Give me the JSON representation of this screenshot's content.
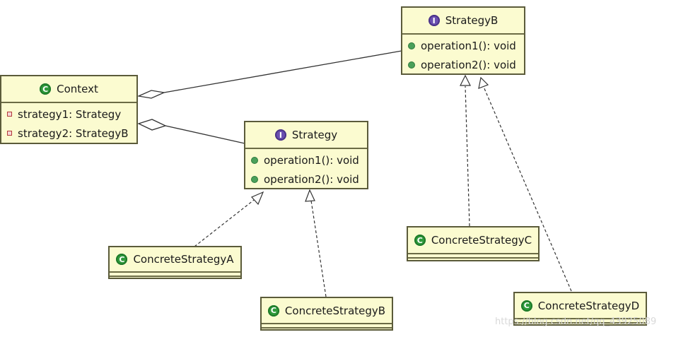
{
  "context": {
    "name": "Context",
    "fields": [
      "strategy1: Strategy",
      "strategy2: StrategyB"
    ]
  },
  "strategy": {
    "name": "Strategy",
    "methods": [
      "operation1(): void",
      "operation2(): void"
    ]
  },
  "strategyB": {
    "name": "StrategyB",
    "methods": [
      "operation1(): void",
      "operation2(): void"
    ]
  },
  "concreteA": {
    "name": "ConcreteStrategyA"
  },
  "concreteB": {
    "name": "ConcreteStrategyB"
  },
  "concreteC": {
    "name": "ConcreteStrategyC"
  },
  "concreteD": {
    "name": "ConcreteStrategyD"
  },
  "watermark": "https://blog.csdn.net/qq_43925089",
  "colors": {
    "box_fill": "#fbfbd0",
    "box_border": "#5b5b3a",
    "class_icon": "#2f9a3b",
    "interface_icon": "#6a4fb0"
  },
  "icons": {
    "class": "class-icon",
    "interface": "interface-icon",
    "method": "public-method-icon",
    "field": "private-field-icon"
  }
}
